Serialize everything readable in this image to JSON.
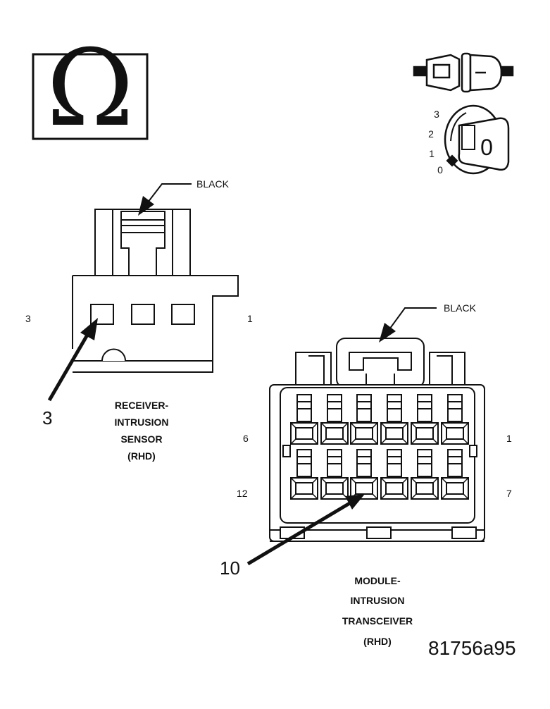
{
  "icons": {
    "ohm_symbol": "Ω",
    "ignition_key_positions": [
      "3",
      "2",
      "1",
      "0"
    ],
    "ignition_key_face": "0"
  },
  "receiver_connector": {
    "color_label": "BLACK",
    "pin_left": "3",
    "pin_right": "1",
    "callout_pin": "3",
    "caption": [
      "RECEIVER-",
      "INTRUSION",
      "SENSOR",
      "(RHD)"
    ]
  },
  "module_connector": {
    "color_label": "BLACK",
    "row1_left": "6",
    "row1_right": "1",
    "row2_left": "12",
    "row2_right": "7",
    "callout_pin": "10",
    "caption": [
      "MODULE-",
      "INTRUSION",
      "TRANSCEIVER",
      "(RHD)"
    ]
  },
  "figure_id": "81756a95"
}
